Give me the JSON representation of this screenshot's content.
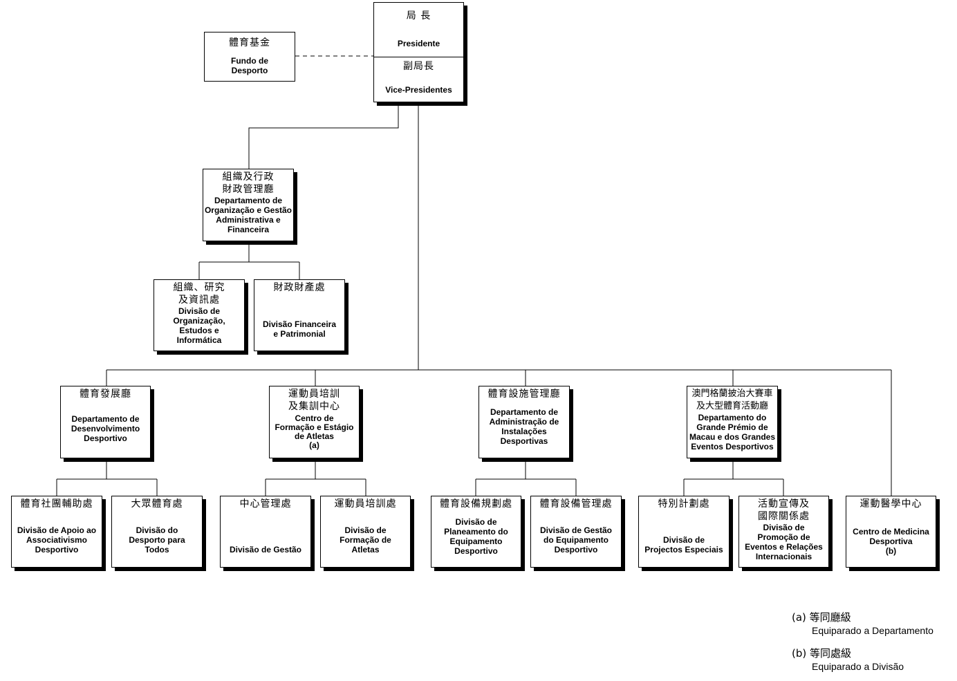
{
  "president": {
    "zh_top": "局 長",
    "pt_top": "Presidente",
    "zh_bottom": "副局長",
    "pt_bottom": "Vice-Presidentes"
  },
  "fund": {
    "zh": "體育基金",
    "pt": "Fundo de\nDesporto"
  },
  "dept_org": {
    "zh": "組織及行政\n財政管理廳",
    "pt": "Departamento de\nOrganização e Gestão\nAdministrativa e\nFinanceira"
  },
  "div_org": {
    "zh": "組織、研究\n及資訊處",
    "pt": "Divisão de\nOrganização,\nEstudos e\nInformática"
  },
  "div_fin": {
    "zh": "財政財產處",
    "pt": "Divisão Financeira\ne Patrimonial"
  },
  "dept_dev": {
    "zh": "體育發展廳",
    "pt": "Departamento de\nDesenvolvimento\nDesportivo"
  },
  "centro_form": {
    "zh": "運動員培訓\n及集訓中心",
    "pt": "Centro de\nFormação e Estágio\nde Atletas\n(a)"
  },
  "dept_adm": {
    "zh": "體育設施管理廳",
    "pt": "Departamento de\nAdministração de\nInstalações\nDesportivas"
  },
  "dept_gp": {
    "zh": "澳門格蘭披治大賽車\n及大型體育活動廳",
    "pt": "Departamento do\nGrande Prémio de\nMacau e dos Grandes\nEventos Desportivos"
  },
  "div_apoio": {
    "zh": "體育社團輔助處",
    "pt": "Divisão de Apoio ao\nAssociativismo\nDesportivo"
  },
  "div_todos": {
    "zh": "大眾體育處",
    "pt": "Divisão do\nDesporto para\nTodos"
  },
  "div_gestao": {
    "zh": "中心管理處",
    "pt": "Divisão de Gestão"
  },
  "div_form": {
    "zh": "運動員培訓處",
    "pt": "Divisão de\nFormação de\nAtletas"
  },
  "div_plan": {
    "zh": "體育設備規劃處",
    "pt": "Divisão de\nPlaneamento do\nEquipamento\nDesportivo"
  },
  "div_gest_eq": {
    "zh": "體育設備管理處",
    "pt": "Divisão de Gestão\ndo Equipamento\nDesportivo"
  },
  "div_proj": {
    "zh": "特別計劃處",
    "pt": "Divisão de\nProjectos Especiais"
  },
  "div_prom": {
    "zh": "活動宣傳及\n國際關係處",
    "pt": "Divisão de\nPromoção de\nEventos e Relações\nInternacionais"
  },
  "centro_med": {
    "zh": "運動醫學中心",
    "pt": "Centro de Medicina\nDesportiva\n(b)"
  },
  "legend": [
    {
      "zh": "(a)  等同廳級",
      "pt": "Equiparado a Departamento"
    },
    {
      "zh": "(b)  等同處級",
      "pt": "Equiparado a Divisão"
    }
  ]
}
